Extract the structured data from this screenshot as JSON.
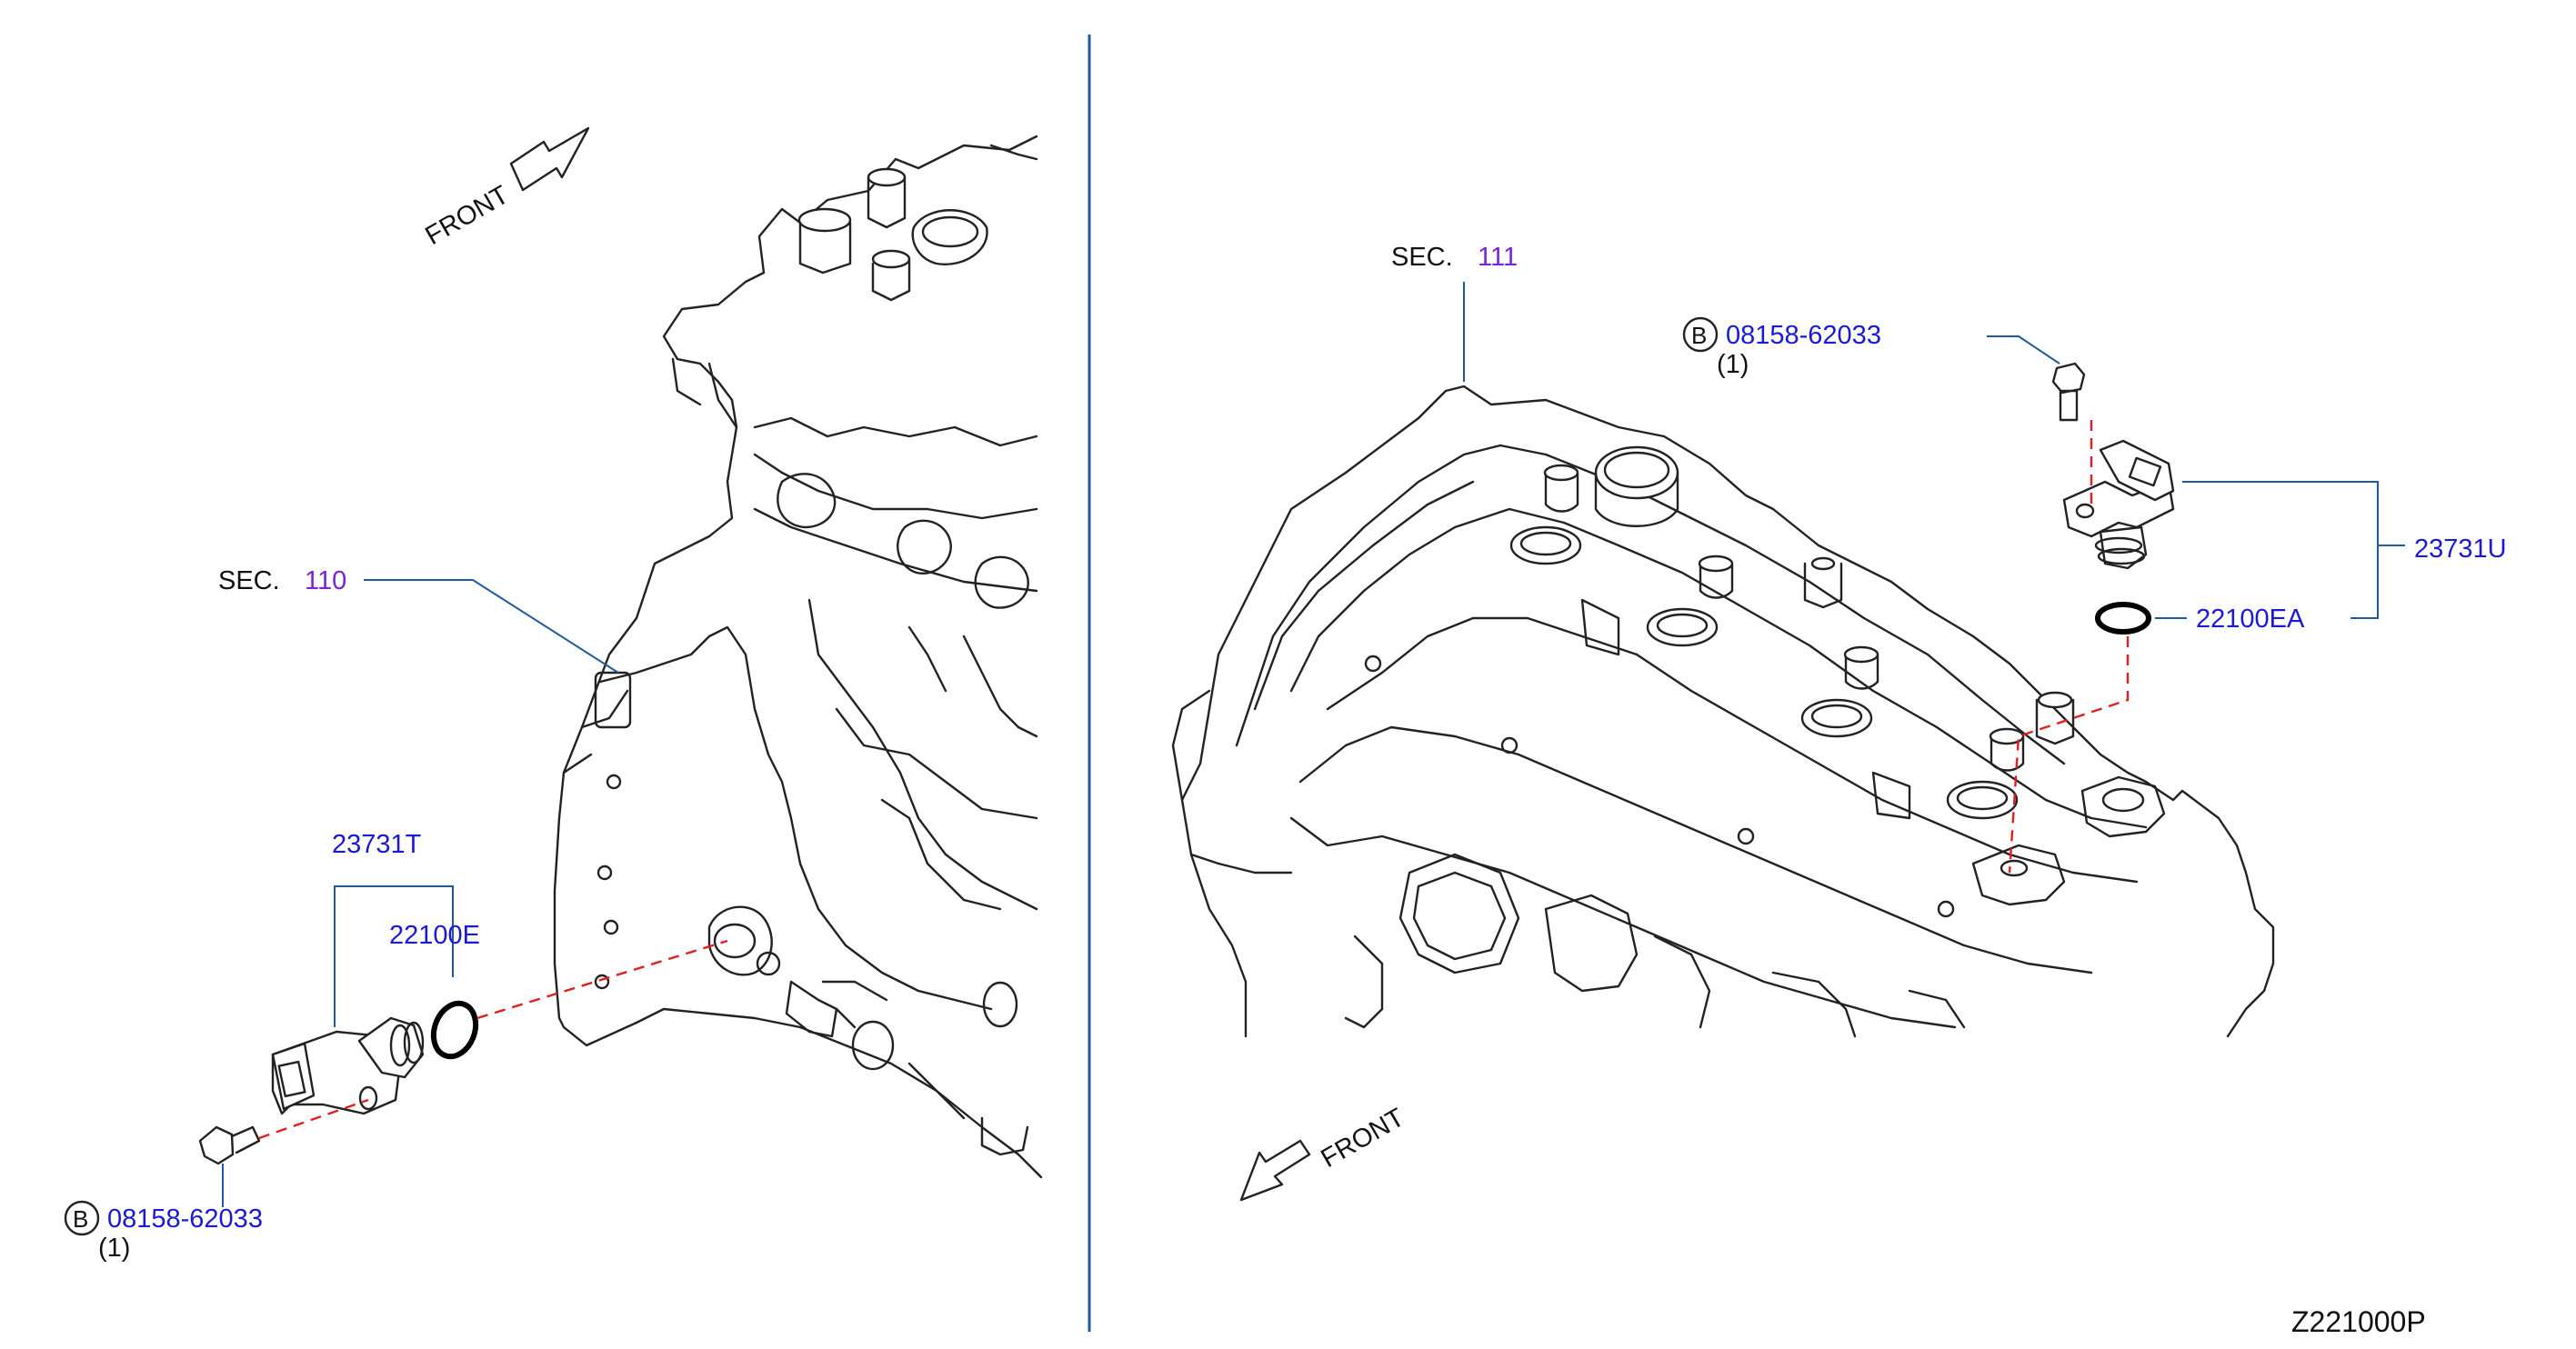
{
  "left_view": {
    "front_label": "FRONT",
    "section_prefix": "SEC.",
    "section_number": "110",
    "sensor_part": "23731T",
    "oring_part": "22100E",
    "bolt_code": "B",
    "bolt_part": "08158-62033",
    "bolt_qty": "(1)"
  },
  "right_view": {
    "front_label": "FRONT",
    "section_prefix": "SEC.",
    "section_number": "111",
    "sensor_part": "23731U",
    "oring_part": "22100EA",
    "bolt_code": "B",
    "bolt_part": "08158-62033",
    "bolt_qty": "(1)"
  },
  "diagram_code": "Z221000P",
  "colors": {
    "part_number": "#1a1ad6",
    "section_number": "#7a22d6",
    "leader": "#1f5b9c",
    "alignment_dash": "#e0201e"
  }
}
